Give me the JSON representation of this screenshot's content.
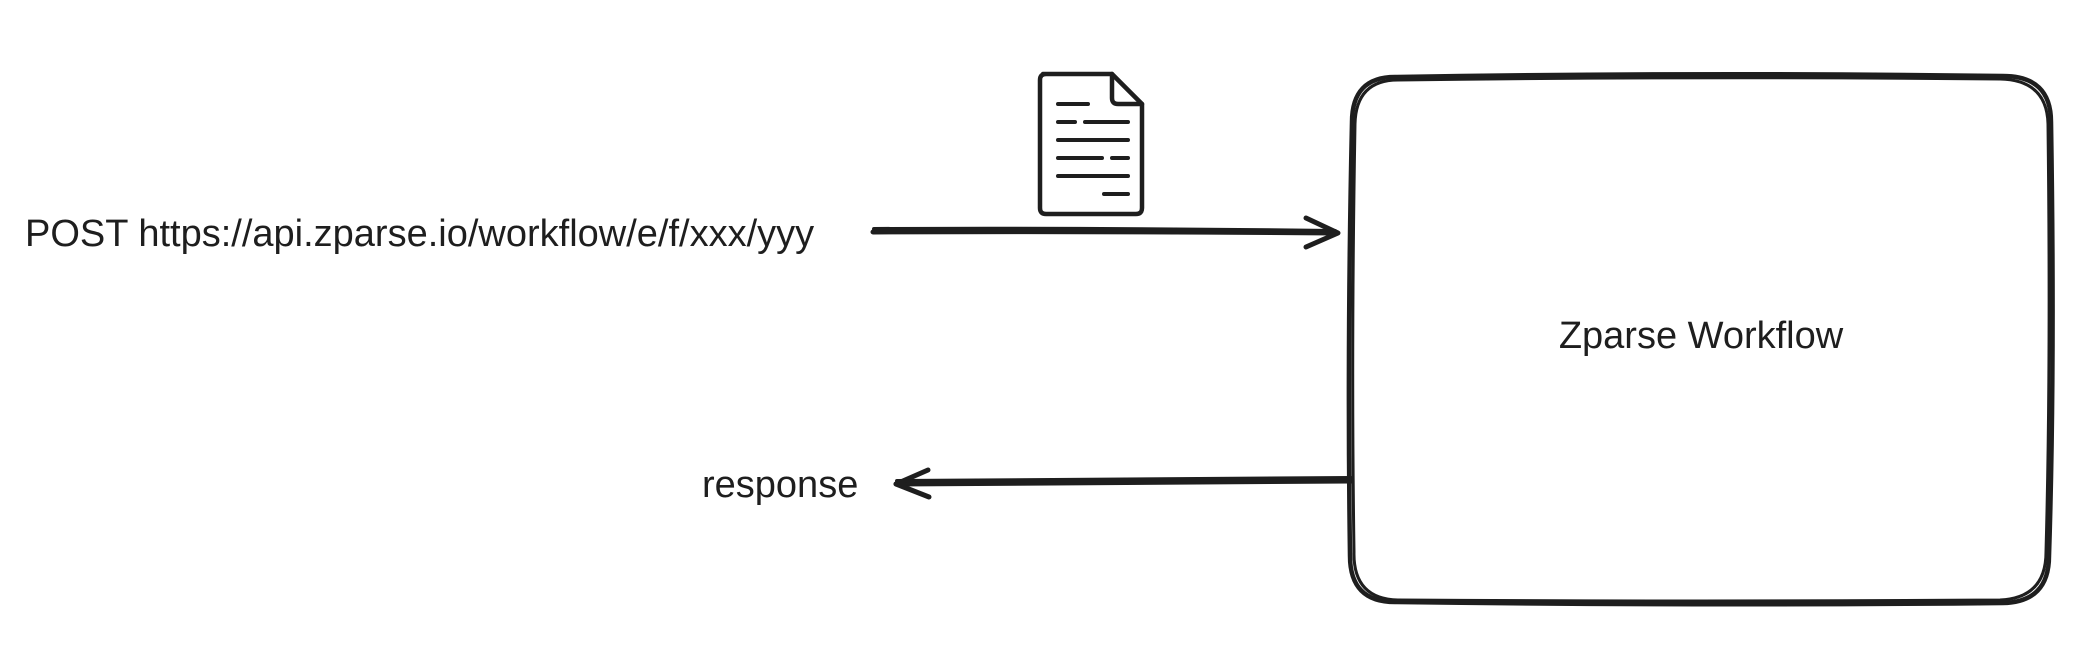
{
  "request": {
    "label": "POST https://api.zparse.io/workflow/e/f/xxx/yyy"
  },
  "response": {
    "label": "response"
  },
  "workflow": {
    "label": "Zparse Workflow"
  },
  "icons": {
    "document": "document-icon"
  },
  "colors": {
    "stroke": "#1e1e1e",
    "background": "#ffffff"
  }
}
